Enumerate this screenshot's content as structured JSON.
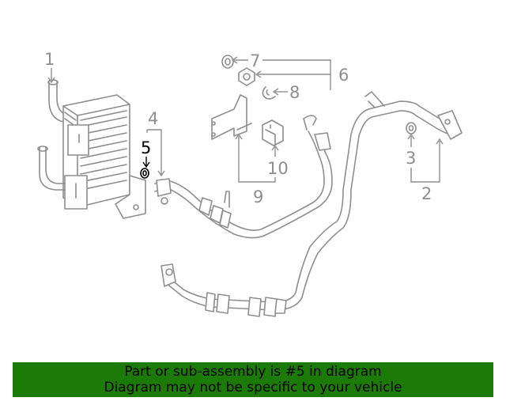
{
  "callouts": {
    "c1": "1",
    "c2": "2",
    "c3": "3",
    "c4": "4",
    "c5": "5",
    "c6": "6",
    "c7": "7",
    "c8": "8",
    "c9": "9",
    "c10": "10"
  },
  "highlighted_part": "5",
  "colors": {
    "line": "#8e8e8e",
    "highlight": "#000000",
    "banner_bg": "#1c7a06"
  },
  "banner": {
    "line1": "Part or sub-assembly is #5 in diagram",
    "line2": "Diagram may not be specific to your vehicle"
  }
}
